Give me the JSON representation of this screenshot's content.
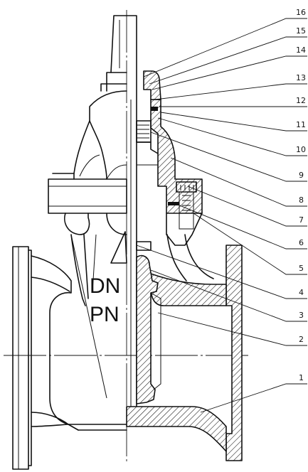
{
  "diagram": {
    "body_markings": [
      "DN",
      "PN"
    ],
    "callouts": [
      "16",
      "15",
      "14",
      "13",
      "12",
      "11",
      "10",
      "9",
      "8",
      "7",
      "6",
      "5",
      "4",
      "3",
      "2",
      "1"
    ]
  }
}
